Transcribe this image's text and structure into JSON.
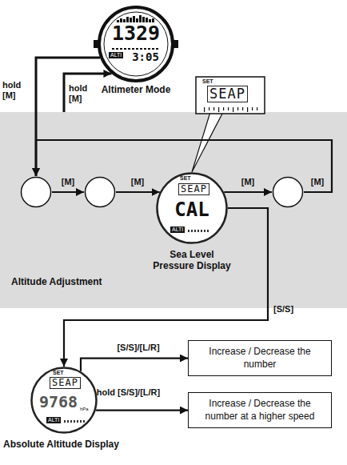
{
  "diagram": {
    "nodes": [
      {
        "text": [
          "1329",
          "ALTI",
          "3:05",
          "Altimeter Mode"
        ]
      },
      {
        "text": [
          "Altitude Adjustment"
        ]
      },
      {
        "text": [],
        "in": 1
      },
      {
        "text": [],
        "in": 1
      },
      {
        "text": [
          "SET",
          "SEAP",
          "CAL",
          "ALTI",
          "Sea Level Pressure Display"
        ],
        "in": 1
      },
      {
        "text": [],
        "in": 1
      },
      {
        "text": [
          "SET",
          "SEAP"
        ]
      },
      {
        "text": [
          "SET",
          "SEAP",
          "9768",
          "hPa",
          "ALTI",
          "Absolute Altitude Display"
        ]
      },
      {
        "text": [
          "Increase / Decrease the number"
        ]
      },
      {
        "text": [
          "Increase / Decrease the number at a higher speed"
        ]
      }
    ],
    "edges": [
      {
        "from": 0,
        "to": 2,
        "label": "hold [M]",
        "arrow": "to"
      },
      {
        "from": 1,
        "to": 0,
        "label": "hold [M]",
        "arrow": "to"
      },
      {
        "from": 2,
        "to": 3,
        "label": "[M]",
        "arrow": "to"
      },
      {
        "from": 3,
        "to": 4,
        "label": "[M]",
        "arrow": "to"
      },
      {
        "from": 4,
        "to": 5,
        "label": "[M]",
        "arrow": "to"
      },
      {
        "from": 5,
        "to": 2,
        "label": "[M]",
        "arrow": "to"
      },
      {
        "from": 4,
        "to": 7,
        "label": "[S/S]",
        "arrow": "to"
      },
      {
        "from": 7,
        "to": 8,
        "label": "[S/S]/[L/R]",
        "arrow": "to"
      },
      {
        "from": 7,
        "to": 9,
        "label": "hold [S/S]/[L/R]",
        "arrow": "to"
      }
    ]
  }
}
